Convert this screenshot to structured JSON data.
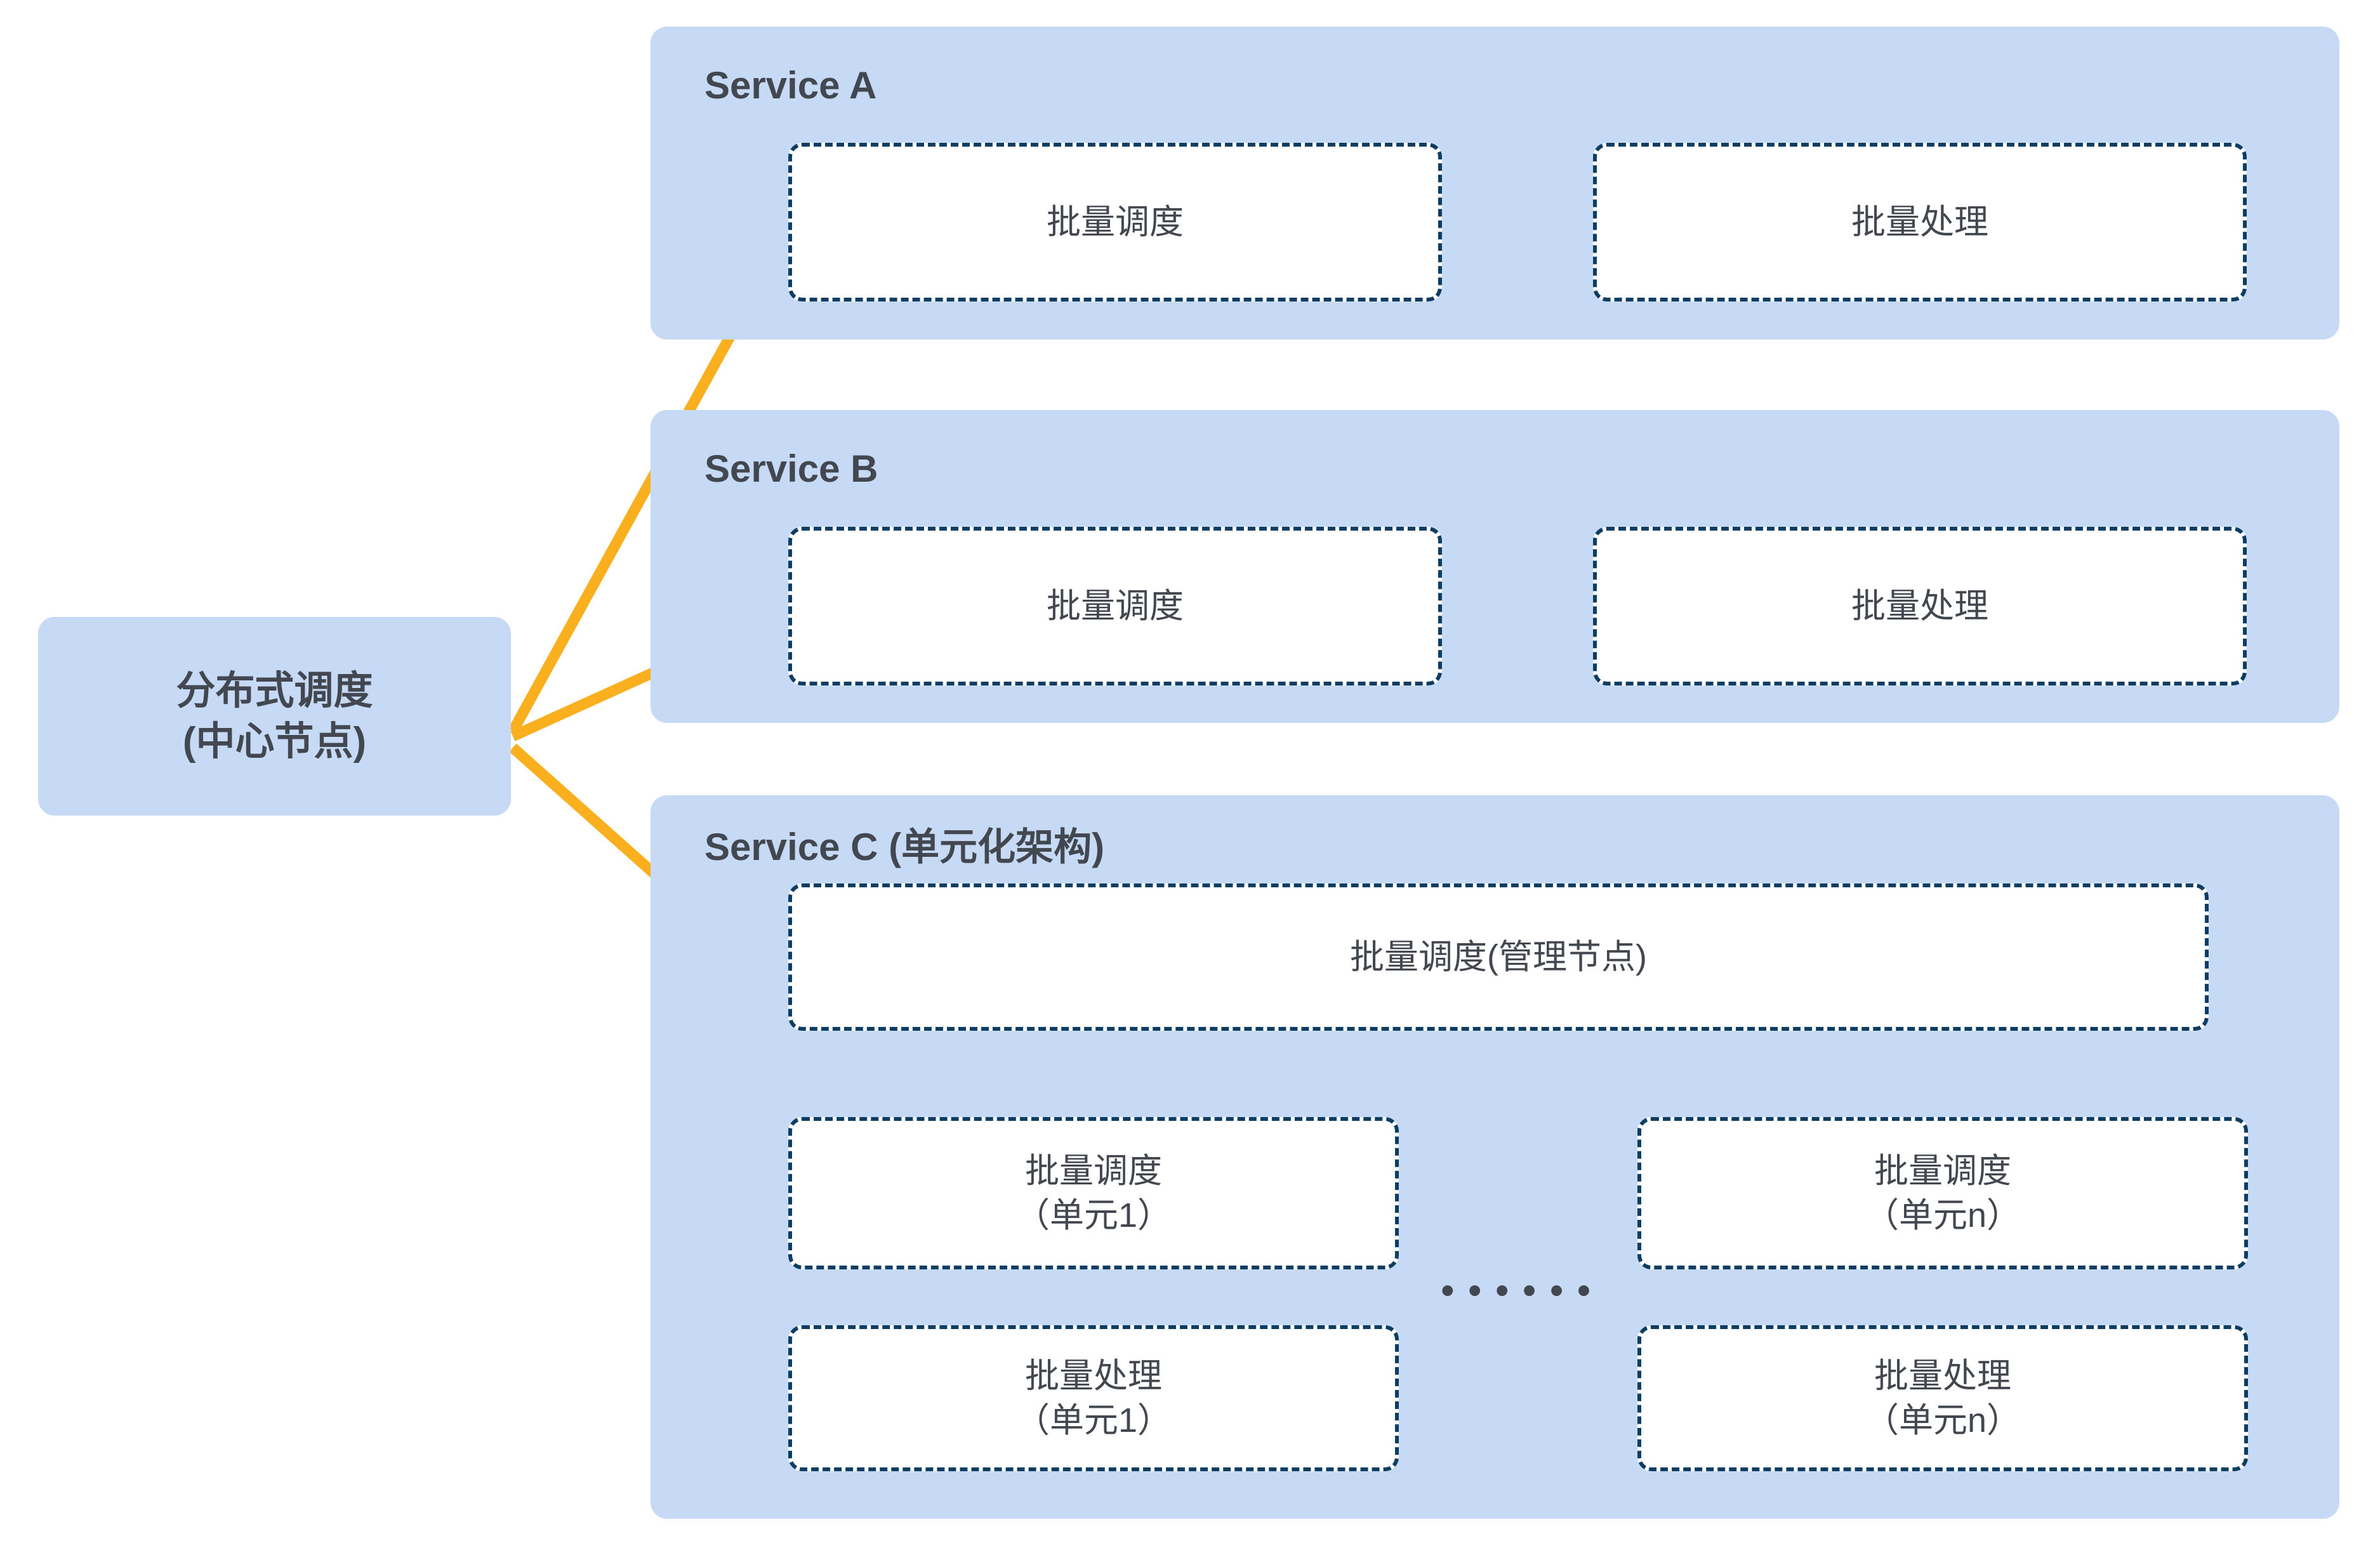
{
  "diagram": {
    "title_semantic": "distributed-batch-scheduling-architecture",
    "colors": {
      "panel_background": "#C6DAF6",
      "node_background": "#FFFFFF",
      "node_border": "#0E3D63",
      "arrow": "#FAAF1E",
      "text": "#434850",
      "page_background": "#FFFFFF"
    }
  },
  "center_node": {
    "line1": "分布式调度",
    "line2": "(中心节点)"
  },
  "services": [
    {
      "id": "service-a",
      "title": "Service A",
      "nodes": [
        {
          "id": "a-schedule",
          "label": "批量调度"
        },
        {
          "id": "a-process",
          "label": "批量处理"
        }
      ]
    },
    {
      "id": "service-b",
      "title": "Service B",
      "nodes": [
        {
          "id": "b-schedule",
          "label": "批量调度"
        },
        {
          "id": "b-process",
          "label": "批量处理"
        }
      ]
    },
    {
      "id": "service-c",
      "title": "Service C (单元化架构)",
      "manager": {
        "id": "c-manager",
        "label": "批量调度(管理节点)"
      },
      "ellipsis": "• • • • • •",
      "units": [
        {
          "id": "unit-1",
          "schedule_line1": "批量调度",
          "schedule_line2": "（单元1）",
          "process_line1": "批量处理",
          "process_line2": "（单元1）"
        },
        {
          "id": "unit-n",
          "schedule_line1": "批量调度",
          "schedule_line2": "（单元n）",
          "process_line1": "批量处理",
          "process_line2": "（单元n）"
        }
      ]
    }
  ]
}
